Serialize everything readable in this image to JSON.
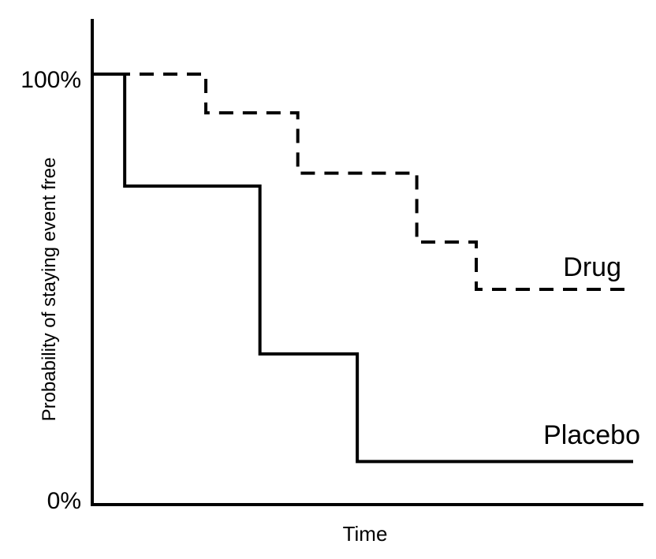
{
  "chart_data": {
    "type": "line",
    "title": "",
    "xlabel": "Time",
    "ylabel": "Probability of staying event free",
    "y_tick_labels": [
      "0%",
      "100%"
    ],
    "x_tick_labels": [],
    "xlim": [
      0,
      100
    ],
    "ylim": [
      0,
      100
    ],
    "grid": false,
    "legend": "none",
    "series": [
      {
        "name": "Drug",
        "style": "dashed",
        "color": "#000000",
        "x": [
          0,
          21,
          38,
          60,
          71,
          100
        ],
        "y": [
          100,
          91,
          77,
          61,
          50,
          50
        ]
      },
      {
        "name": "Placebo",
        "style": "solid",
        "color": "#000000",
        "x": [
          0,
          6,
          31,
          49,
          100
        ],
        "y": [
          100,
          74,
          35,
          10,
          10
        ]
      }
    ]
  }
}
